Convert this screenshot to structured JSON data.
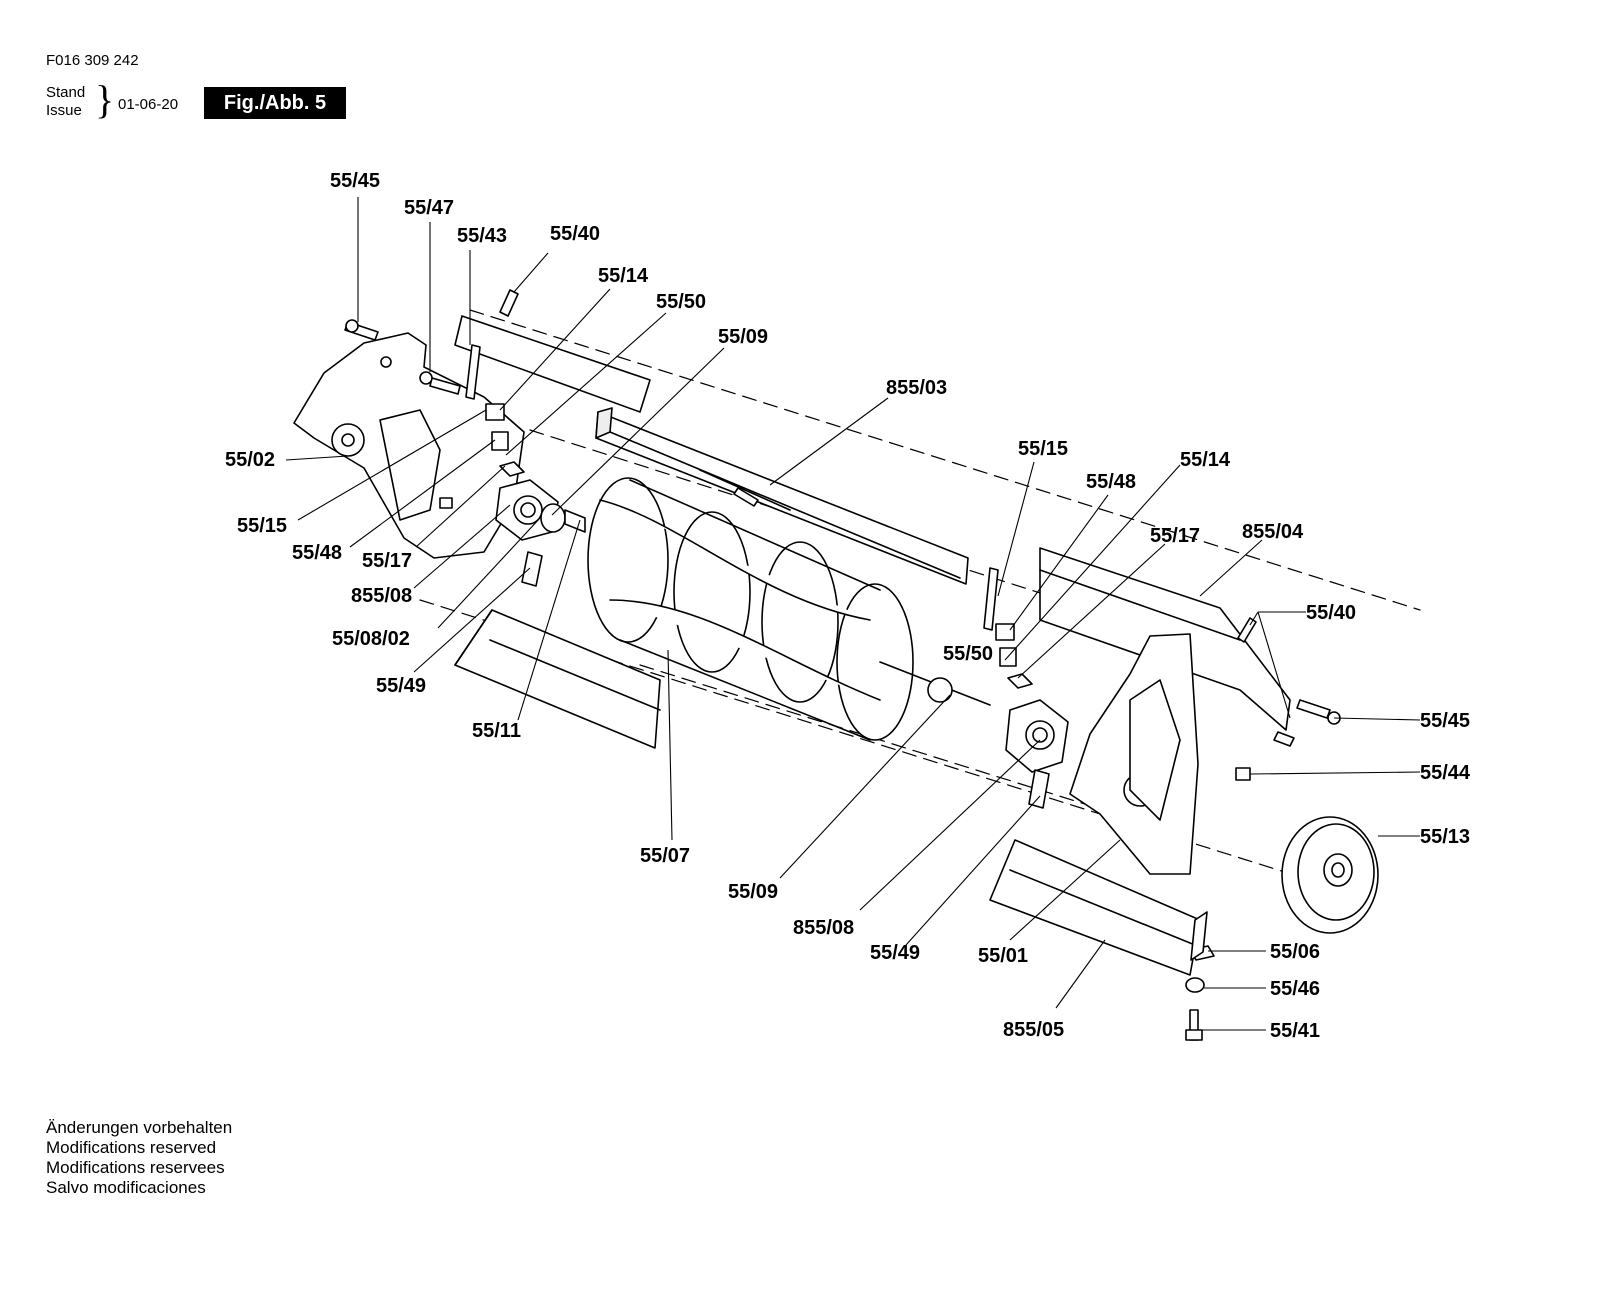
{
  "header": {
    "doc_id": "F016 309 242",
    "stand_label": "Stand",
    "issue_label": "Issue",
    "date": "01-06-20",
    "figure": "Fig./Abb. 5"
  },
  "parts": {
    "p_55_45_top": "55/45",
    "p_55_47": "55/47",
    "p_55_43": "55/43",
    "p_55_40_top": "55/40",
    "p_55_14_left": "55/14",
    "p_55_50_left": "55/50",
    "p_55_09_top": "55/09",
    "p_855_03": "855/03",
    "p_55_02": "55/02",
    "p_55_15_left": "55/15",
    "p_55_48_left": "55/48",
    "p_55_17_left": "55/17",
    "p_855_08_left": "855/08",
    "p_55_08_02": "55/08/02",
    "p_55_49_left": "55/49",
    "p_55_11": "55/11",
    "p_55_07": "55/07",
    "p_55_15_right": "55/15",
    "p_55_48_right": "55/48",
    "p_55_14_right": "55/14",
    "p_55_17_right": "55/17",
    "p_855_04": "855/04",
    "p_55_50_right": "55/50",
    "p_55_40_right": "55/40",
    "p_55_45_right": "55/45",
    "p_55_44": "55/44",
    "p_55_13": "55/13",
    "p_55_09_bottom": "55/09",
    "p_855_08_bottom": "855/08",
    "p_55_49_bottom": "55/49",
    "p_55_01": "55/01",
    "p_55_06": "55/06",
    "p_55_46": "55/46",
    "p_55_41": "55/41",
    "p_855_05": "855/05"
  },
  "footer": {
    "line1": "Änderungen vorbehalten",
    "line2": "Modifications reserved",
    "line3": "Modifications reservees",
    "line4": "Salvo modificaciones"
  }
}
